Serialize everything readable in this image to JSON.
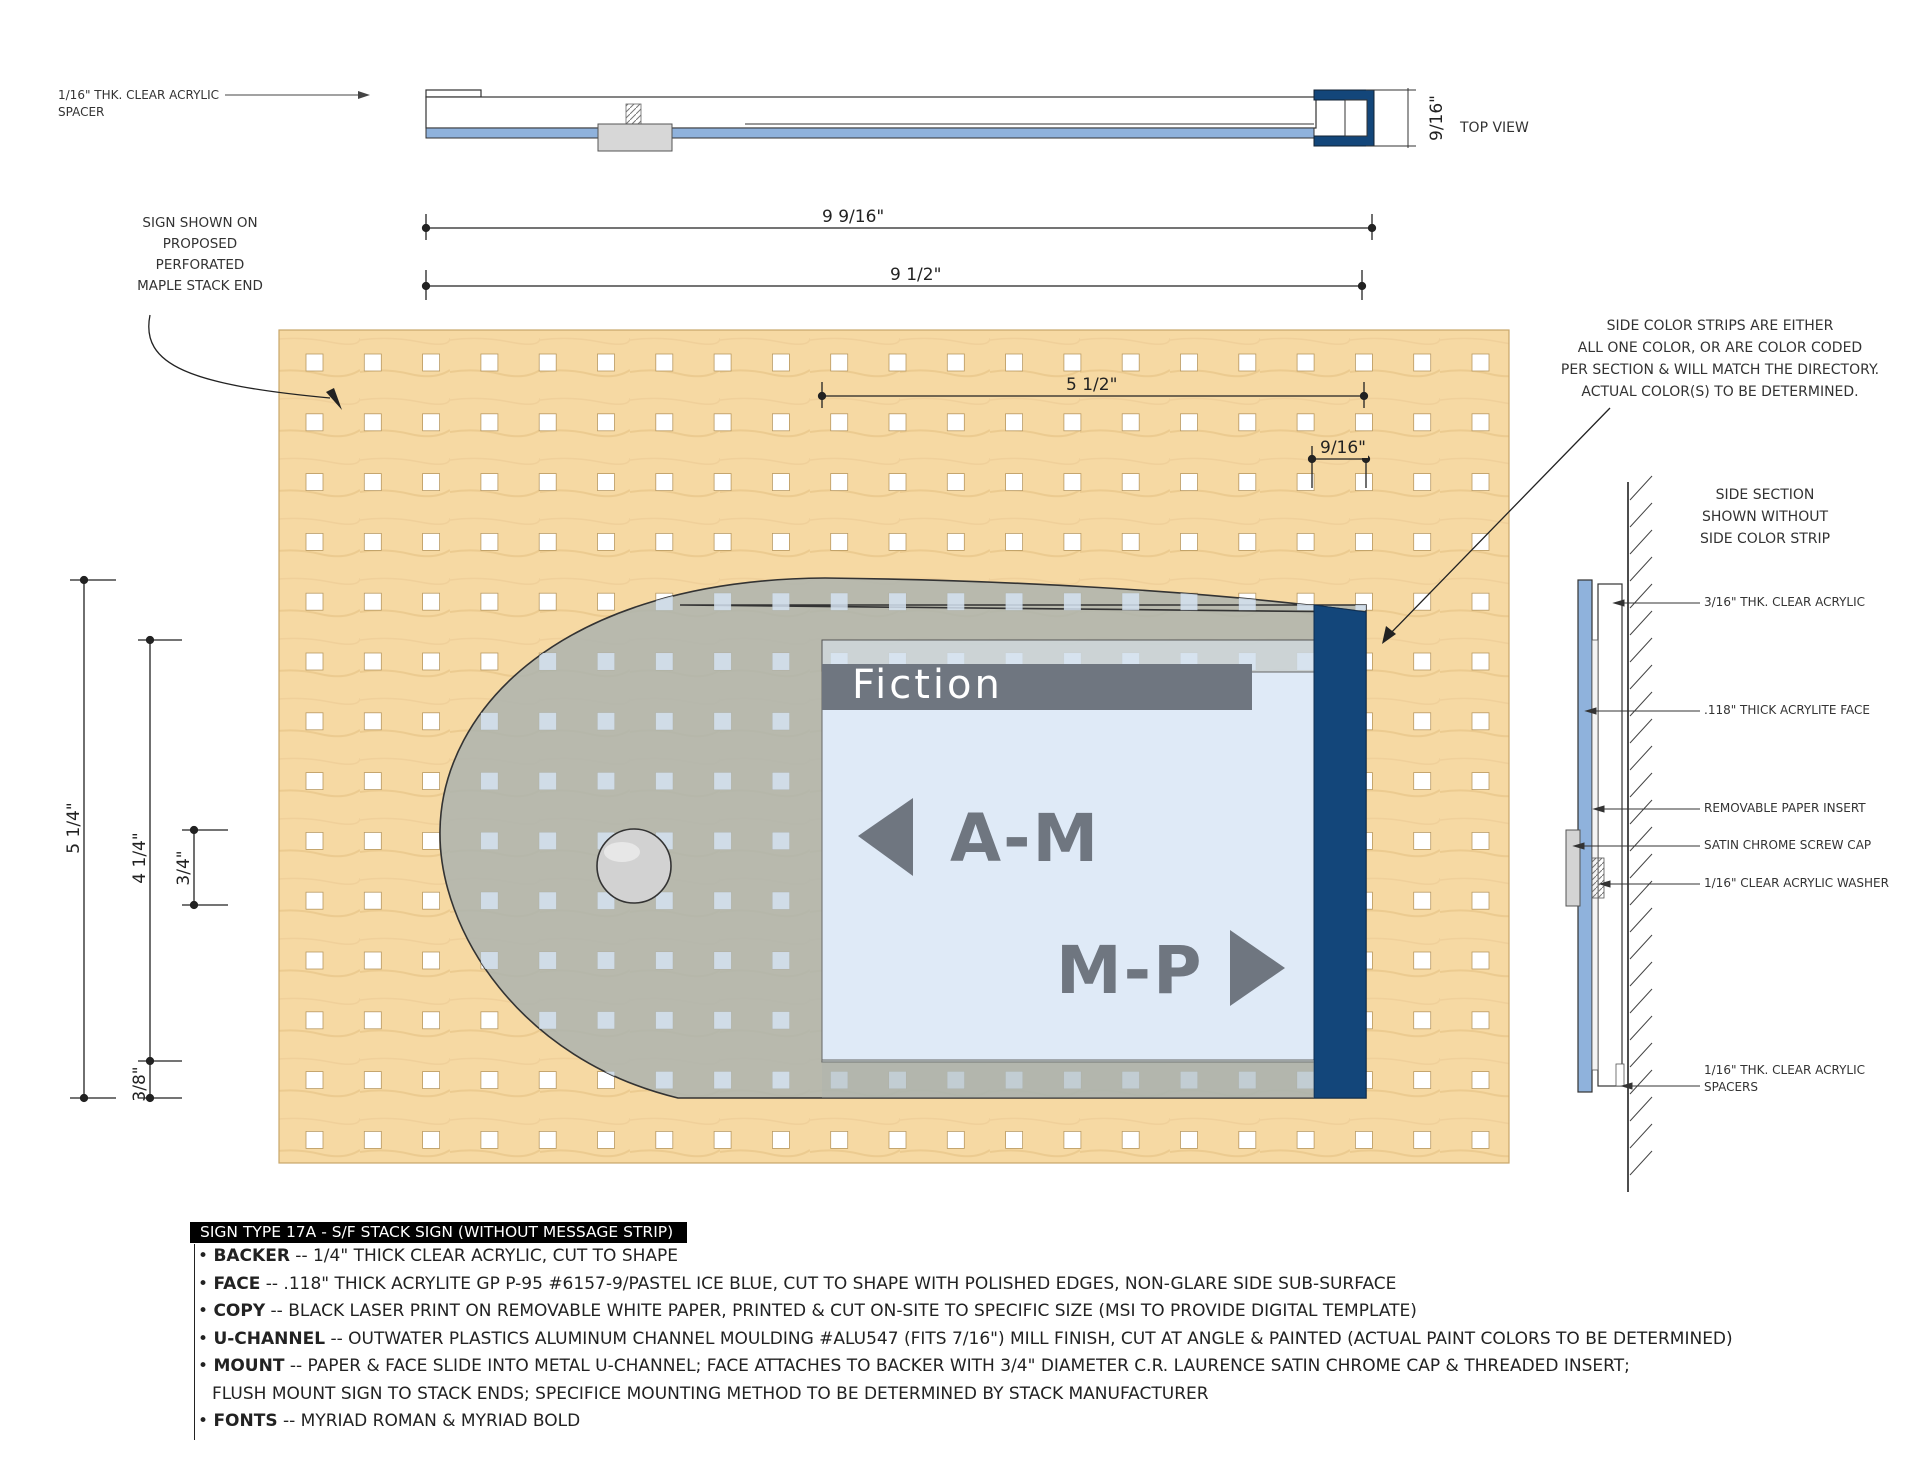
{
  "top_view": {
    "spacer_note_line1": "1/16\" THK. CLEAR ACRYLIC",
    "spacer_note_line2": "SPACER",
    "thickness_dim": "9/16\"",
    "label": "TOP VIEW"
  },
  "front_view": {
    "backer_note": [
      "SIGN SHOWN ON",
      "PROPOSED",
      "PERFORATED",
      "MAPLE STACK END"
    ],
    "dim_overall_width": "9 9/16\"",
    "dim_face_width": "9 1/2\"",
    "dim_insert_width": "5 1/2\"",
    "dim_strip_width": "9/16\"",
    "strip_note": [
      "SIDE COLOR STRIPS ARE EITHER",
      "ALL ONE COLOR, OR ARE COLOR CODED",
      "PER SECTION & WILL MATCH THE DIRECTORY.",
      "ACTUAL COLOR(S) TO BE DETERMINED."
    ],
    "dim_height_total": "5 1/4\"",
    "dim_height_insert": "4 1/4\"",
    "dim_cap": "3/4\"",
    "dim_bottom": "3/8\"",
    "sign_header": "Fiction",
    "left_range": "A-M",
    "right_range": "M-P"
  },
  "side_section": {
    "note": [
      "SIDE SECTION",
      "SHOWN WITHOUT",
      "SIDE COLOR STRIP"
    ],
    "callouts": [
      "3/16\" THK. CLEAR ACRYLIC",
      ".118\" THICK ACRYLITE FACE",
      "REMOVABLE PAPER INSERT",
      "SATIN CHROME SCREW CAP",
      "1/16\" CLEAR ACRYLIC WASHER"
    ],
    "callout_spacers_line1": "1/16\" THK. CLEAR ACRYLIC",
    "callout_spacers_line2": "SPACERS"
  },
  "spec": {
    "title": "SIGN TYPE 17a - S/F STACK SIGN (WITHOUT MESSAGE STRIP)",
    "items": [
      {
        "term": "BACKER",
        "text": " -- 1/4\" THICK CLEAR ACRYLIC, CUT TO SHAPE"
      },
      {
        "term": "FACE",
        "text": " -- .118\" THICK ACRYLITE GP P-95 #6157-9/PASTEL ICE BLUE, CUT TO SHAPE WITH POLISHED EDGES, NON-GLARE SIDE SUB-SURFACE"
      },
      {
        "term": "COPY",
        "text": " -- BLACK LASER PRINT ON REMOVABLE WHITE PAPER, PRINTED & CUT ON-SITE TO SPECIFIC SIZE (MSI TO PROVIDE DIGITAL TEMPLATE)"
      },
      {
        "term": "U-CHANNEL",
        "text": " -- OUTWATER PLASTICS ALUMINUM CHANNEL MOULDING #ALU547 (FITS 7/16\") MILL FINISH, CUT AT ANGLE & PAINTED (ACTUAL PAINT COLORS TO BE DETERMINED)"
      },
      {
        "term": "MOUNT",
        "text": " -- PAPER & FACE SLIDE INTO METAL U-CHANNEL; FACE ATTACHES TO BACKER WITH 3/4\" DIAMETER C.R. LAURENCE SATIN CHROME CAP & THREADED INSERT;"
      }
    ],
    "mount_continuation": "FLUSH MOUNT SIGN TO STACK ENDS; SPECIFICE MOUNTING METHOD TO BE DETERMINED BY STACK MANUFACTURER",
    "fonts_item": {
      "term": "FONTS",
      "text": " -- MYRIAD ROMAN & MYRIAD BOLD"
    }
  },
  "colors": {
    "maple": "#f6d9a3",
    "face_blue": "#dde9f6",
    "channel_navy": "#13467a",
    "header_gray": "#6f7680",
    "backer_gray": "#a9b2b0"
  }
}
